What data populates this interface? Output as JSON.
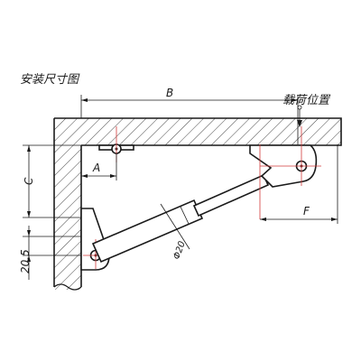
{
  "diagram": {
    "title": "安装尺寸图",
    "load_position_label": "载荷位置",
    "dimensions": {
      "B": "B",
      "A": "A",
      "C": "C",
      "F": "F",
      "height": "20.5",
      "diameter": "Φ20"
    }
  }
}
